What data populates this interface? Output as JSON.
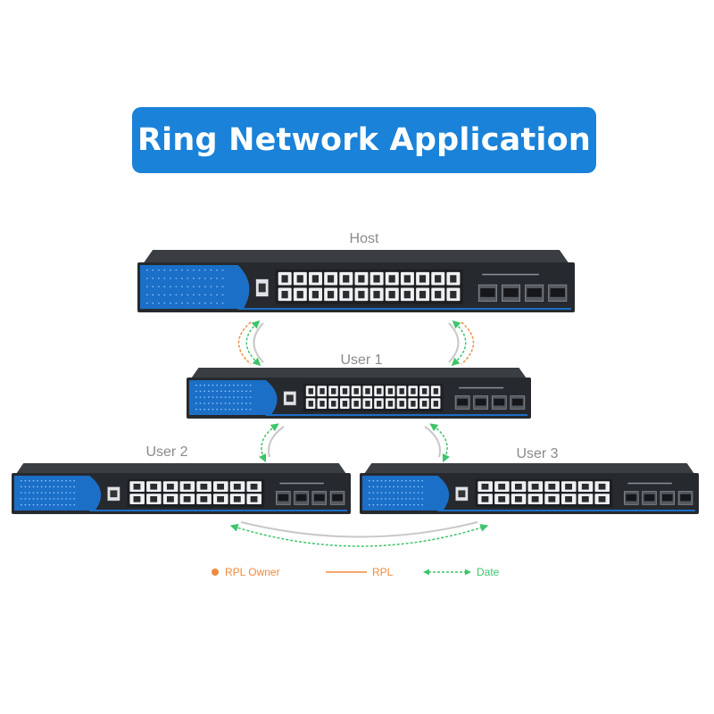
{
  "title": "Ring Network Application",
  "devices": {
    "host": {
      "label": "Host"
    },
    "user1": {
      "label": "User 1"
    },
    "user2": {
      "label": "User 2"
    },
    "user3": {
      "label": "User 3"
    }
  },
  "legend": {
    "rpl_owner": "RPL Owner",
    "rpl": "RPL",
    "date": "Date"
  },
  "colors": {
    "banner": "#1a82d8",
    "switch_body": "#26292e",
    "switch_front": "#1b6fc7",
    "rpl_orange": "#f08a3c",
    "data_green": "#3ec46a",
    "link_gray": "#c8c8c8"
  }
}
